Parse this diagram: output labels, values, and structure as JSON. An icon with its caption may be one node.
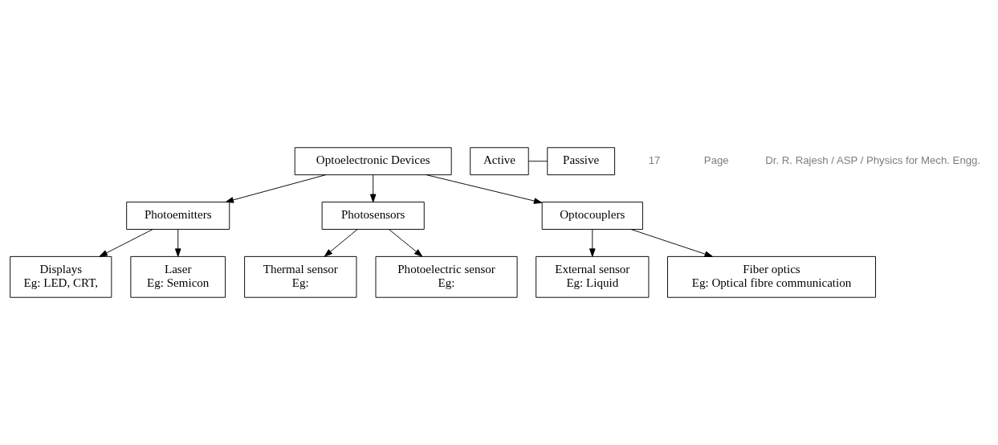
{
  "diagram": {
    "nodes": [
      {
        "text": [
          "Optoelectronic Devices"
        ]
      },
      {
        "text": [
          "Active"
        ]
      },
      {
        "text": [
          "Passive"
        ]
      },
      {
        "text": [
          "Photoemitters"
        ]
      },
      {
        "text": [
          "Photosensors"
        ]
      },
      {
        "text": [
          "Optocouplers"
        ]
      },
      {
        "text": [
          "Displays",
          "Eg: LED, CRT,"
        ]
      },
      {
        "text": [
          "Laser",
          "Eg: Semicon"
        ]
      },
      {
        "text": [
          "Thermal sensor",
          "Eg:"
        ]
      },
      {
        "text": [
          "Photoelectric sensor",
          "Eg:"
        ]
      },
      {
        "text": [
          "External sensor",
          "Eg: Liquid"
        ]
      },
      {
        "text": [
          "Fiber optics",
          "Eg: Optical fibre communication"
        ]
      }
    ],
    "edges": [
      {
        "from": 1,
        "to": 2,
        "arrow": "none"
      },
      {
        "from": 0,
        "to": 3,
        "arrow": "to"
      },
      {
        "from": 0,
        "to": 4,
        "arrow": "to"
      },
      {
        "from": 0,
        "to": 5,
        "arrow": "to"
      },
      {
        "from": 3,
        "to": 6,
        "arrow": "to"
      },
      {
        "from": 3,
        "to": 7,
        "arrow": "to"
      },
      {
        "from": 4,
        "to": 8,
        "arrow": "to"
      },
      {
        "from": 4,
        "to": 9,
        "arrow": "to"
      },
      {
        "from": 5,
        "to": 10,
        "arrow": "to"
      },
      {
        "from": 5,
        "to": 11,
        "arrow": "to"
      }
    ],
    "labels": [
      "17",
      "Page",
      "Dr. R. Rajesh / ASP / Physics for Mech. Engg."
    ]
  }
}
